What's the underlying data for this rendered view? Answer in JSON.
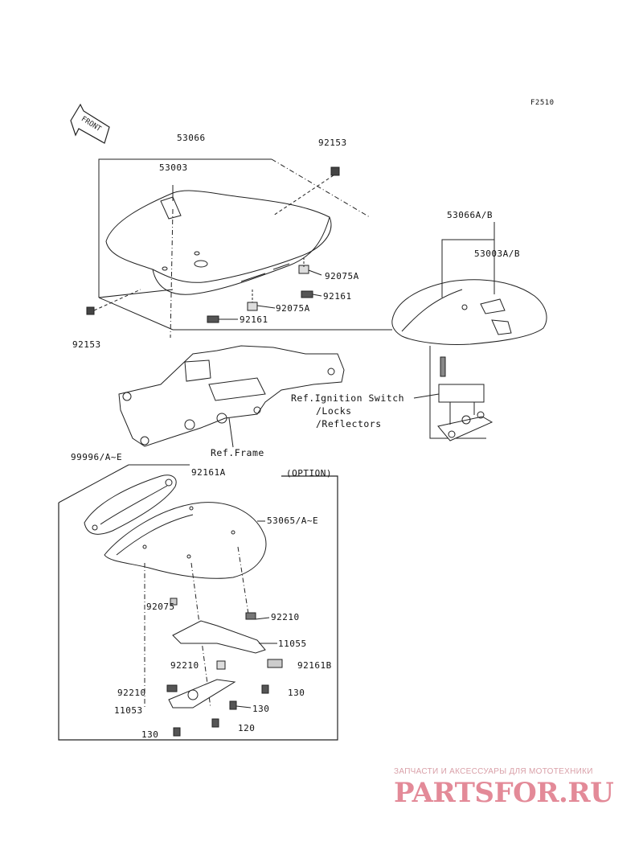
{
  "figure_code": "F2510",
  "front_arrow_text": "FRONT",
  "parts": {
    "p53066": "53066",
    "p53003": "53003",
    "p92153_top": "92153",
    "p92153_left": "92153",
    "p92075A_1": "92075A",
    "p92075A_2": "92075A",
    "p92161_1": "92161",
    "p92161_2": "92161",
    "p53066AB": "53066A/B",
    "p53003AB": "53003A/B",
    "p99996": "99996/A~E",
    "p92161A": "92161A",
    "p53065": "53065/A~E",
    "p92075": "92075",
    "p92210_1": "92210",
    "p11055": "11055",
    "p92210_2": "92210",
    "p92161B": "92161B",
    "p92210_3": "92210",
    "p130_1": "130",
    "p11053": "11053",
    "p130_2": "130",
    "p120": "120",
    "p130_3": "130"
  },
  "refs": {
    "ignition": "Ref.Ignition Switch",
    "locks": "/Locks",
    "reflectors": "/Reflectors",
    "frame": "Ref.Frame"
  },
  "option_label": "(OPTION)",
  "watermark": {
    "tagline": "ЗАПЧАСТИ И АКСЕССУАРЫ ДЛЯ МОТОТЕХНИКИ",
    "logo": "PARTSFOR.RU"
  }
}
